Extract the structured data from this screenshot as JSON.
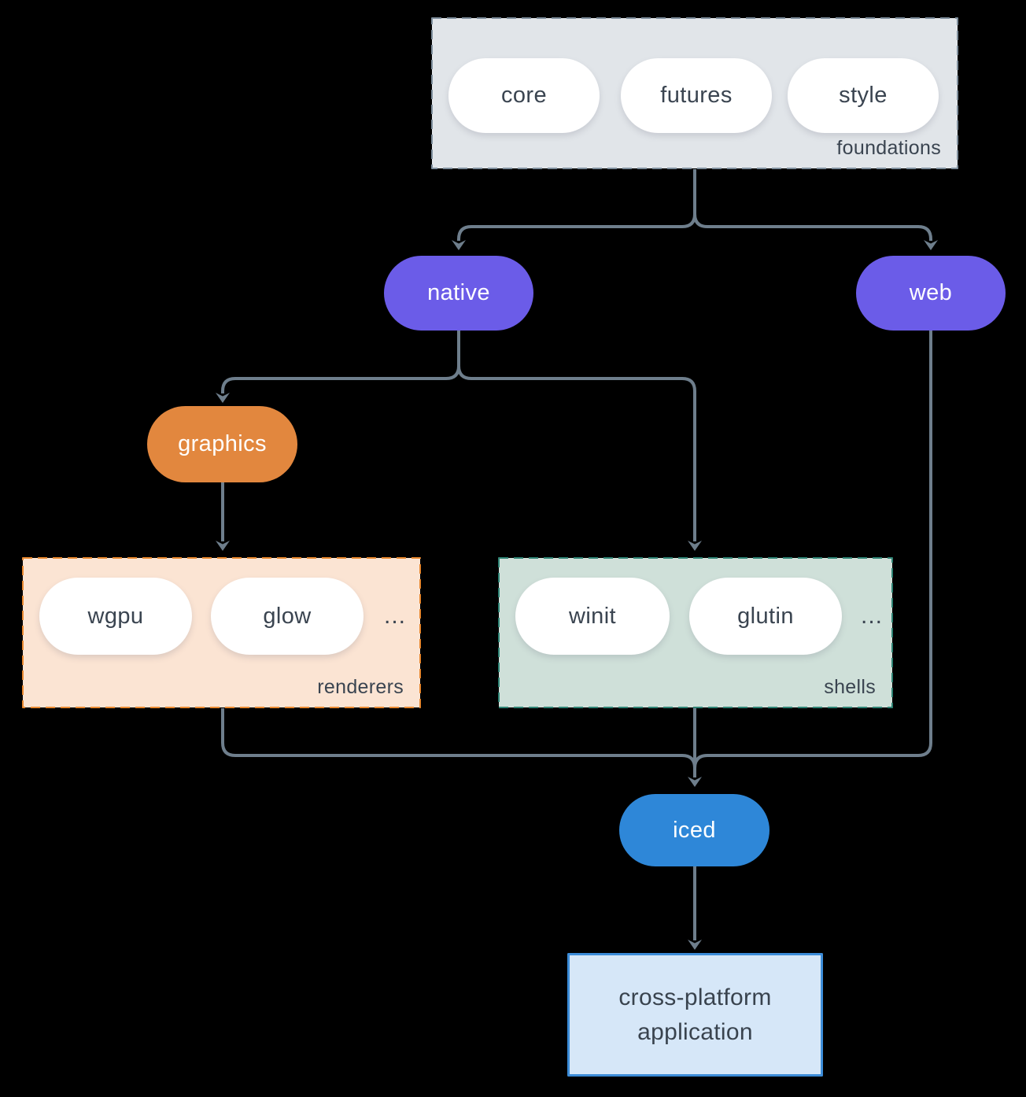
{
  "groups": {
    "foundations": {
      "label": "foundations",
      "pills": [
        "core",
        "futures",
        "style"
      ]
    },
    "renderers": {
      "label": "renderers",
      "pills": [
        "wgpu",
        "glow"
      ],
      "ellipsis": "..."
    },
    "shells": {
      "label": "shells",
      "pills": [
        "winit",
        "glutin"
      ],
      "ellipsis": "..."
    }
  },
  "nodes": {
    "native": "native",
    "web": "web",
    "graphics": "graphics",
    "iced": "iced",
    "application": {
      "line1": "cross-platform",
      "line2": "application"
    }
  },
  "colors": {
    "background": "#000000",
    "edge": "#6e7e8c",
    "node_purple": "#6b5ce8",
    "node_orange": "#e2873e",
    "node_blue": "#2e87d8",
    "pill_white": "#ffffff",
    "text_dark": "#3a4450",
    "foundations_fill": "#e1e5e9",
    "foundations_border": "#7e8e9c",
    "renderers_fill": "#fbe4d3",
    "renderers_border": "#e8882f",
    "shells_fill": "#cfe0d9",
    "shells_border": "#2e8273",
    "application_fill": "#d6e7f8",
    "application_border": "#3c8cd8"
  }
}
